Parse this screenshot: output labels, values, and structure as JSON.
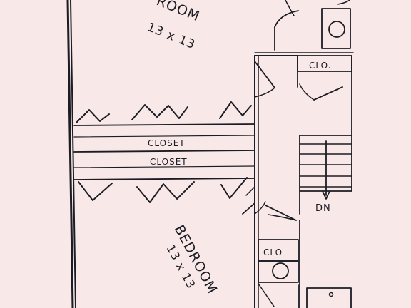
{
  "labels": {
    "room_top": "ROOM",
    "room_top_size": "13 x 13",
    "clo_top": "CLO.",
    "closet_upper": "CLOSET",
    "closet_lower": "CLOSET",
    "stair_dn": "DN",
    "clo_bottom": "CLO",
    "bedroom": "BEDROOM",
    "bedroom_size": "13 x 13"
  }
}
